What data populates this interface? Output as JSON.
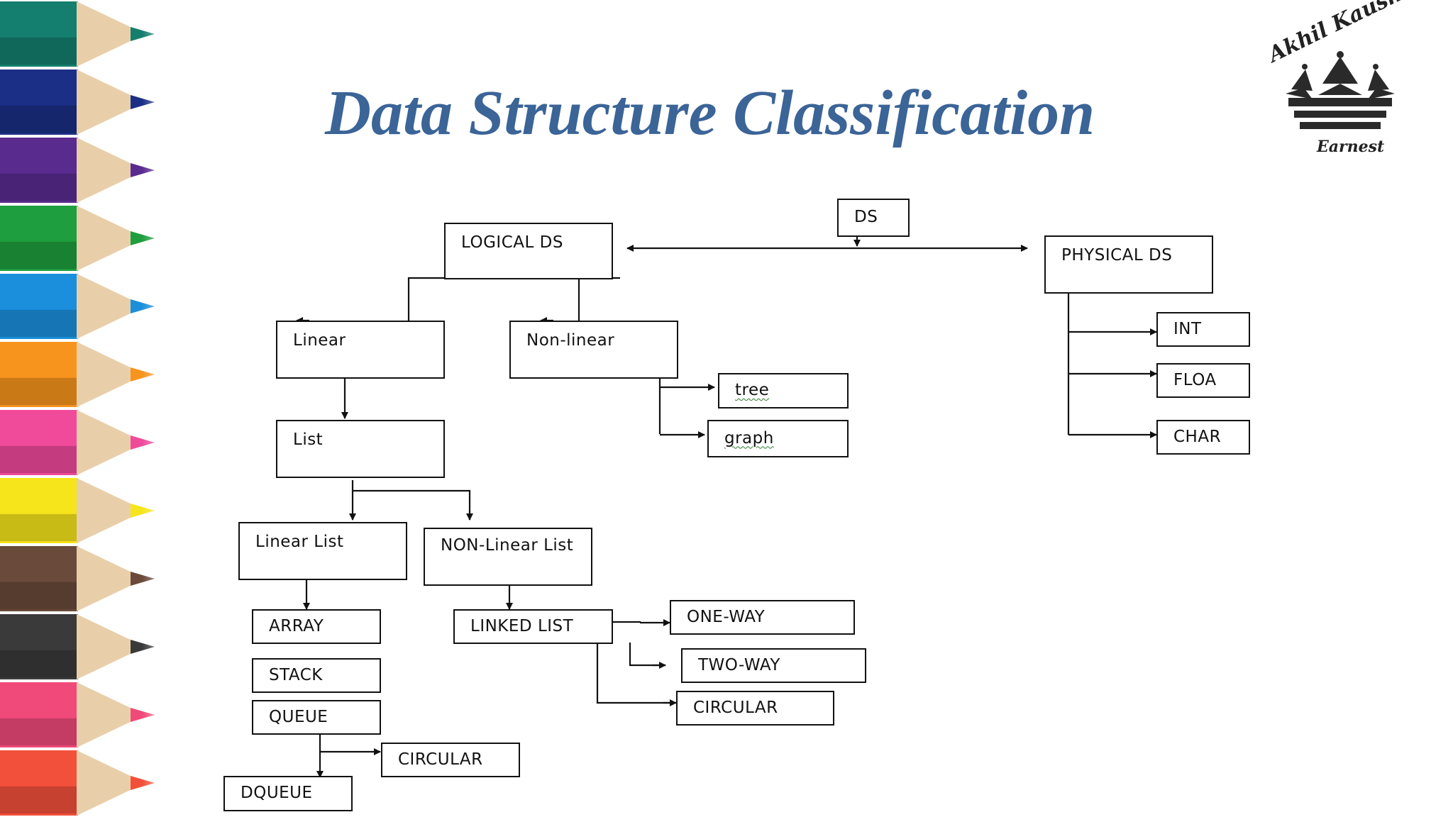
{
  "slide": {
    "title": "Data Structure Classification",
    "logo": {
      "name_text": "Akhil Kaushik",
      "tagline": "Earnest",
      "icon": "crown-icon"
    }
  },
  "diagram": {
    "nodes": {
      "ds": "DS",
      "logical_ds": "LOGICAL DS",
      "physical_ds": "PHYSICAL DS",
      "linear": "Linear",
      "non_linear": "Non-linear",
      "tree": "tree",
      "graph": "graph",
      "list": "List",
      "linear_list": "Linear List",
      "non_linear_list": "NON-Linear List",
      "array": "ARRAY",
      "stack": "STACK",
      "queue": "QUEUE",
      "dqueue": "DQUEUE",
      "queue_circular": "CIRCULAR",
      "linked_list": "LINKED LIST",
      "one_way": "ONE-WAY",
      "two_way": "TWO-WAY",
      "linked_circular": "CIRCULAR",
      "int": "INT",
      "float": "FLOA",
      "char": "CHAR"
    },
    "edges": [
      [
        "ds",
        "logical_ds"
      ],
      [
        "ds",
        "physical_ds"
      ],
      [
        "logical_ds",
        "linear"
      ],
      [
        "logical_ds",
        "non_linear"
      ],
      [
        "non_linear",
        "tree"
      ],
      [
        "non_linear",
        "graph"
      ],
      [
        "linear",
        "list"
      ],
      [
        "list",
        "linear_list"
      ],
      [
        "list",
        "non_linear_list"
      ],
      [
        "linear_list",
        "array"
      ],
      [
        "non_linear_list",
        "linked_list"
      ],
      [
        "linked_list",
        "one_way"
      ],
      [
        "linked_list",
        "two_way"
      ],
      [
        "linked_list",
        "linked_circular"
      ],
      [
        "queue",
        "queue_circular"
      ],
      [
        "queue",
        "dqueue"
      ],
      [
        "physical_ds",
        "int"
      ],
      [
        "physical_ds",
        "float"
      ],
      [
        "physical_ds",
        "char"
      ]
    ]
  },
  "colors": {
    "title": "#3b6497",
    "line": "#111111",
    "squiggle": "#2e7d32"
  },
  "pencil_colors": [
    "#147f6e",
    "#1c2f86",
    "#5a2b8f",
    "#1e9e3e",
    "#1b8fdc",
    "#f7941d",
    "#f04a9b",
    "#f6e51b",
    "#6a4a3a",
    "#3a3a3a",
    "#f04a7a",
    "#f2503a"
  ]
}
